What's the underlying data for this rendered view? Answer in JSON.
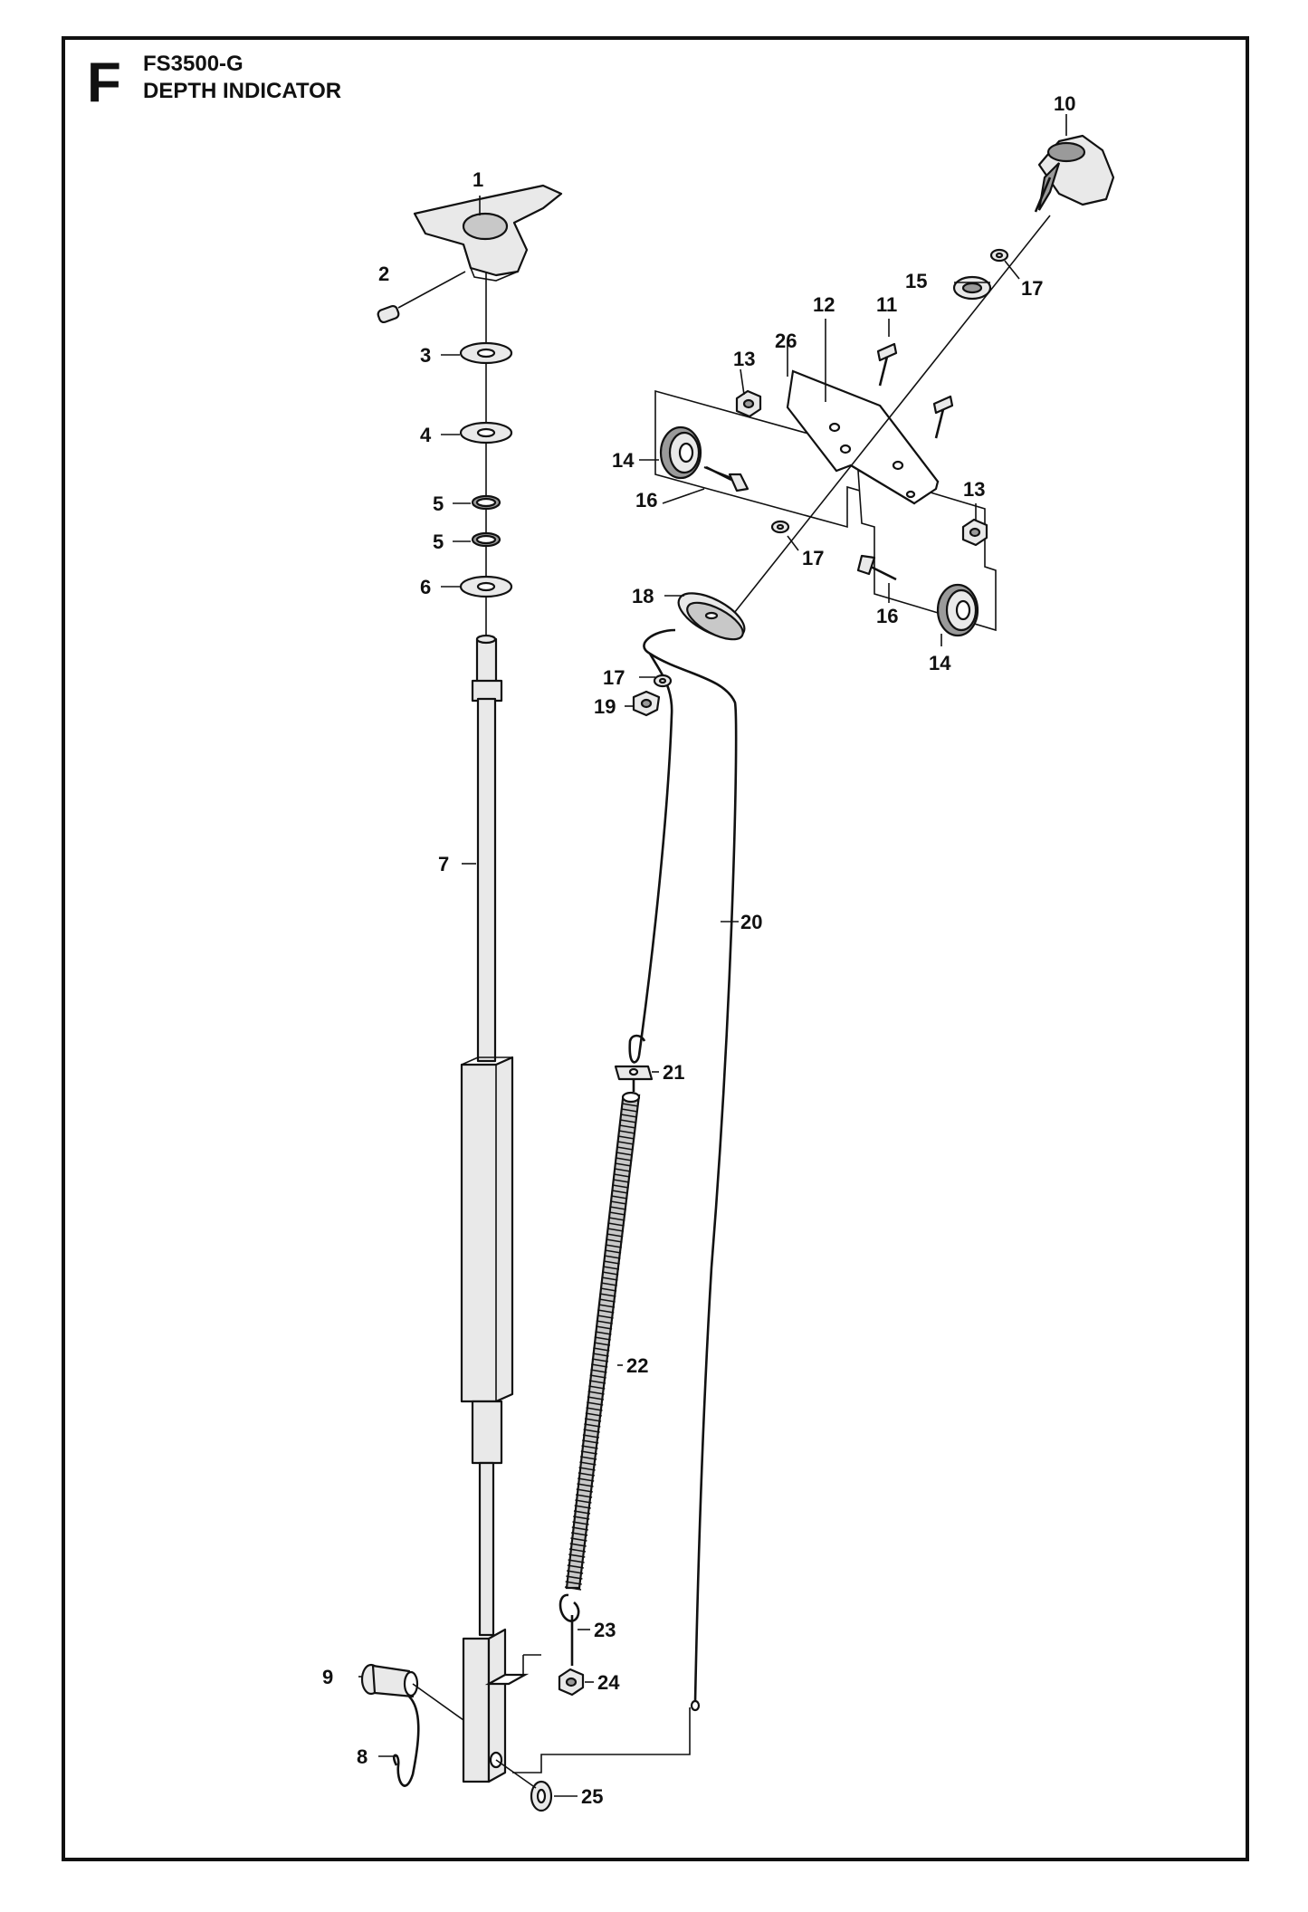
{
  "header": {
    "section_letter": "F",
    "model": "FS3500-G",
    "title": "DEPTH INDICATOR"
  },
  "callouts": {
    "c1": "1",
    "c2": "2",
    "c3": "3",
    "c4": "4",
    "c5a": "5",
    "c5b": "5",
    "c6": "6",
    "c7": "7",
    "c8": "8",
    "c9": "9",
    "c10": "10",
    "c11": "11",
    "c12": "12",
    "c13a": "13",
    "c13b": "13",
    "c14a": "14",
    "c14b": "14",
    "c15": "15",
    "c16a": "16",
    "c16b": "16",
    "c17a": "17",
    "c17b": "17",
    "c17c": "17",
    "c18": "18",
    "c19": "19",
    "c20": "20",
    "c21": "21",
    "c22": "22",
    "c23": "23",
    "c24": "24",
    "c25": "25",
    "c26": "26"
  }
}
